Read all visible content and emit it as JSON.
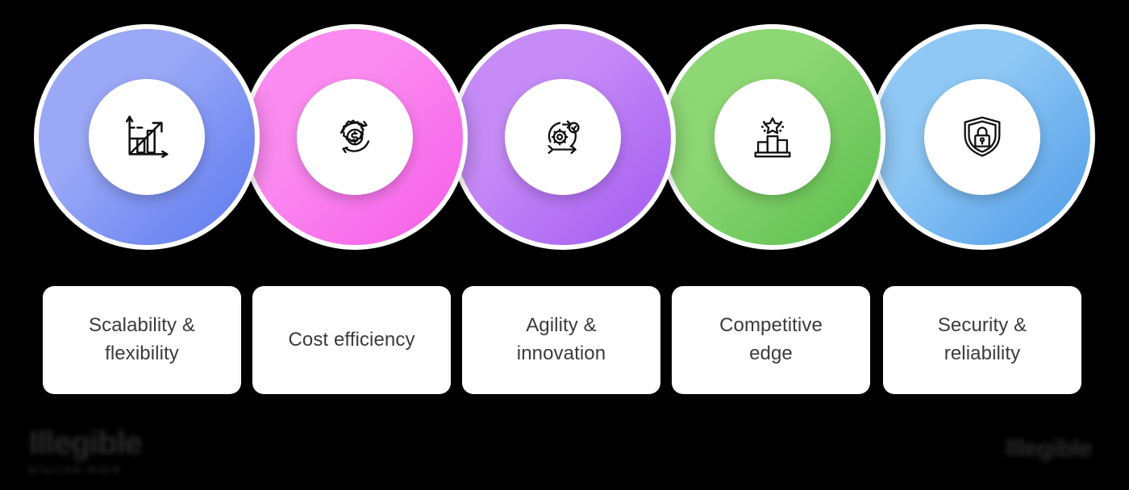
{
  "graphic": {
    "type": "horizontal-icon-row-infographic",
    "background_color": "#000000",
    "card_text_color": "#3b3b3f",
    "card_background_color": "#ffffff",
    "inner_circle_color": "#ffffff"
  },
  "items": [
    {
      "id": "scalability-flexibility",
      "label": "Scalability & flexibility",
      "label_line1": "Scalability &",
      "label_line2": "flexibility",
      "icon_name": "growth-chart-arrow-icon",
      "color_start": "#9aa8f6",
      "color_end": "#5b78ef",
      "accent": "#7b8ff2"
    },
    {
      "id": "cost-efficiency",
      "label": "Cost efficiency",
      "label_line1": "Cost efficiency",
      "label_line2": "",
      "icon_name": "gear-dollar-refresh-icon",
      "color_start": "#fb8bf0",
      "color_end": "#f55ce8",
      "accent": "#f774ec"
    },
    {
      "id": "agility-innovation",
      "label": "Agility & innovation",
      "label_line1": "Agility &",
      "label_line2": "innovation",
      "icon_name": "agile-cycle-gear-icon",
      "color_start": "#c68bf7",
      "color_end": "#a259f0",
      "accent": "#b571f4"
    },
    {
      "id": "competitive-edge",
      "label": "Competitive edge",
      "label_line1": "Competitive",
      "label_line2": "edge",
      "icon_name": "podium-star-icon",
      "color_start": "#8ed775",
      "color_end": "#58bd49",
      "accent": "#74cd5d"
    },
    {
      "id": "security-reliability",
      "label": "Security & reliability",
      "label_line1": "Security &",
      "label_line2": "reliability",
      "icon_name": "shield-lock-icon",
      "color_start": "#8fc8f5",
      "color_end": "#4e9ae8",
      "accent": "#6eb0ef"
    }
  ],
  "watermarks": {
    "left_primary": "Illegible",
    "left_secondary": "blurred mark",
    "right_primary": "Illegible"
  }
}
